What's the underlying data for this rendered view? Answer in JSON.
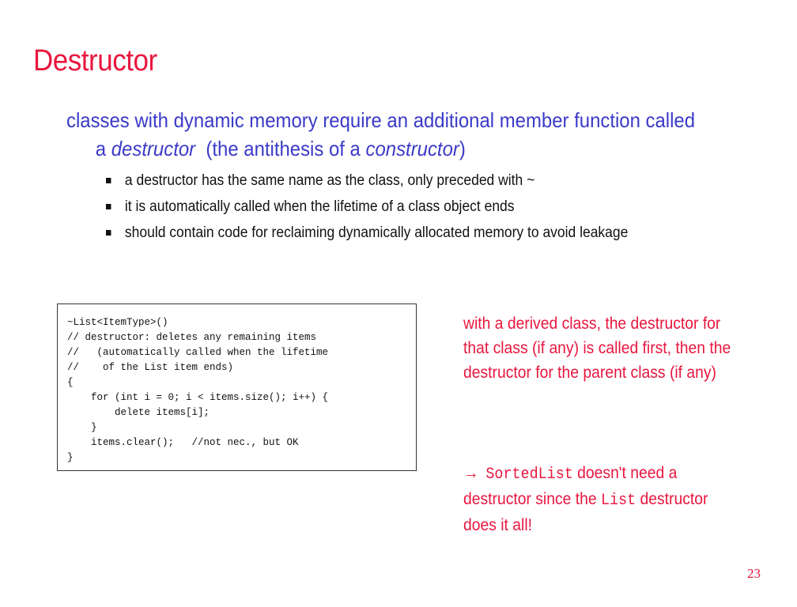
{
  "slide": {
    "title": "Destructor",
    "number": "23"
  },
  "main_point": {
    "line1": "classes with dynamic memory require an additional member function called",
    "line2_pre": "a ",
    "line2_em1": "destructor",
    "line2_mid": "  (the antithesis of a ",
    "line2_em2": "constructor",
    "line2_post": ")"
  },
  "bullets": [
    "a destructor has the same name as the class, only preceded with ~",
    "it is automatically called when the lifetime of a class object ends",
    "should contain code for reclaiming dynamically allocated memory to avoid leakage"
  ],
  "code": {
    "text": "~List<ItemType>()\n// destructor: deletes any remaining items\n//   (automatically called when the lifetime\n//    of the List item ends)\n{\n    for (int i = 0; i < items.size(); i++) {\n        delete items[i];\n    }\n    items.clear();   //not nec., but OK\n}"
  },
  "notes": {
    "derived": "with a derived class, the destructor for that class (if any) is called first, then the destructor for the parent class (if any)",
    "arrow_symbol": "→",
    "sorted_code": "SortedList",
    "sorted_mid": " doesn't need a destructor since the ",
    "list_code": "List",
    "sorted_post": " destructor does it all!"
  }
}
